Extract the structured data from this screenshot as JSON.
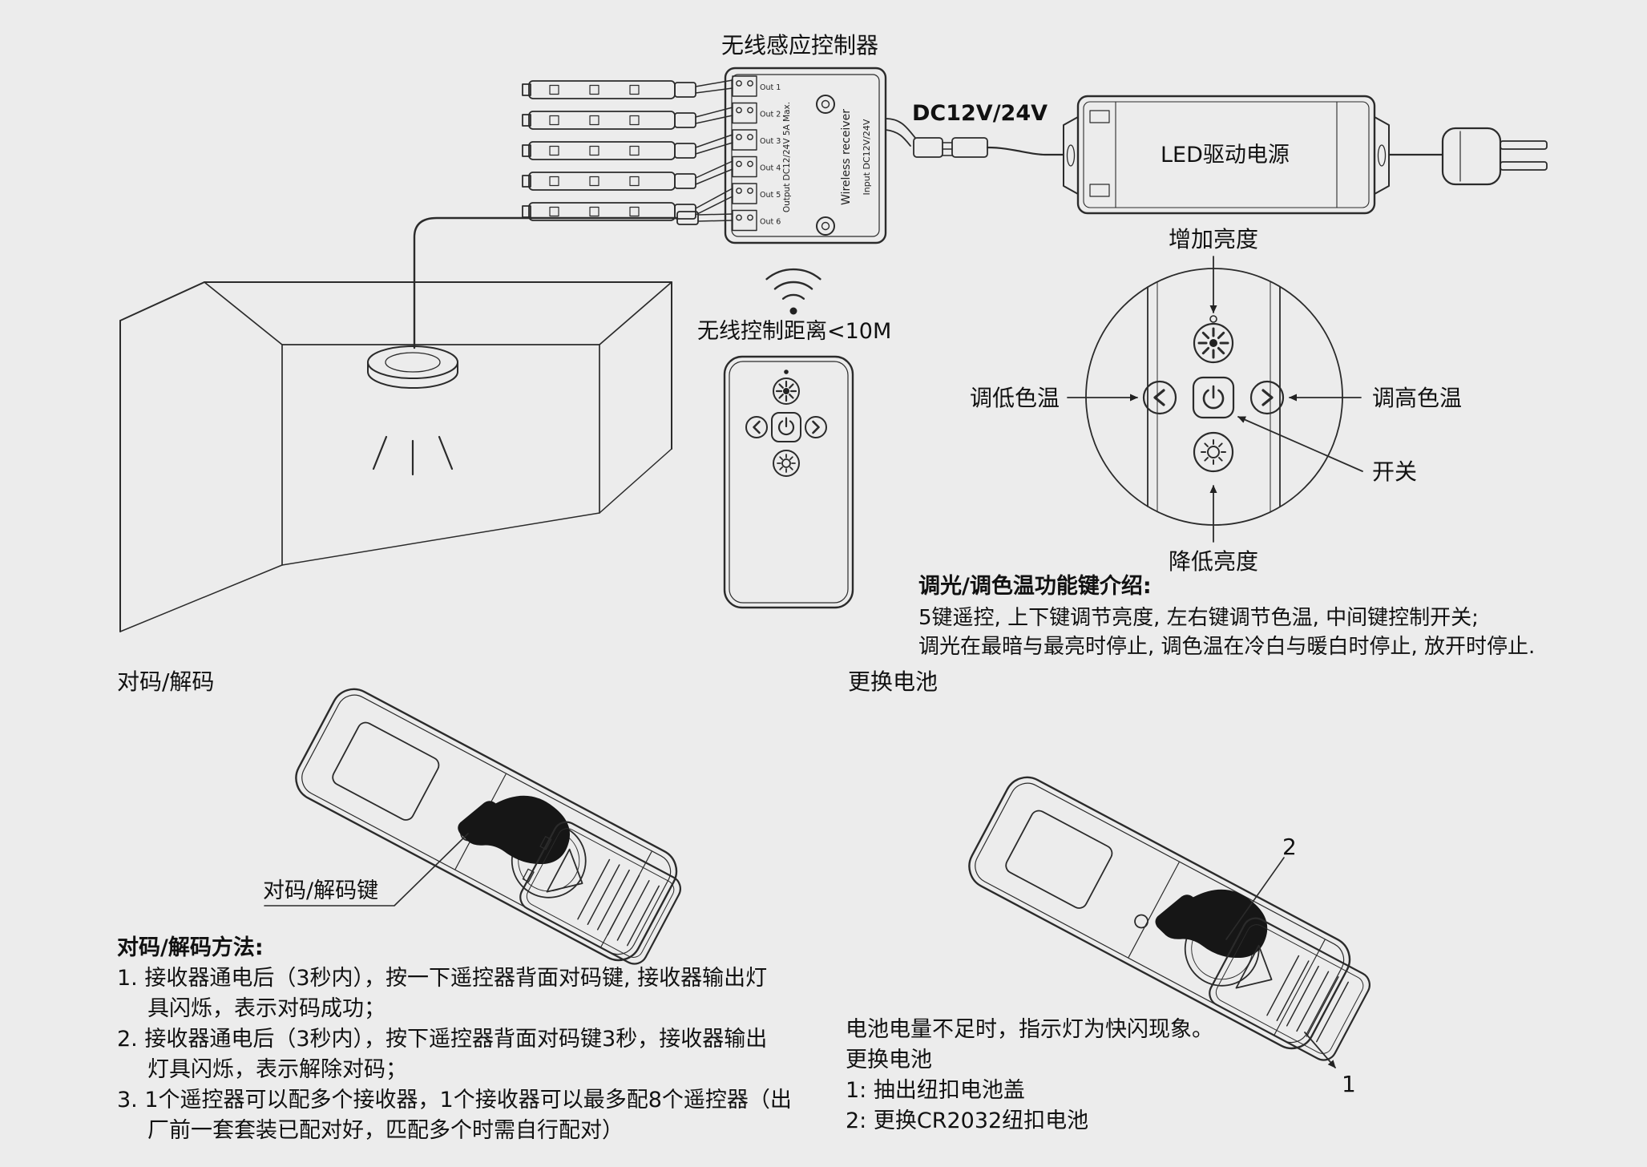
{
  "colors": {
    "background": "#ececec",
    "line": "#2b2b2b",
    "text": "#111111"
  },
  "top": {
    "receiver_title": "无线感应控制器",
    "dc_label": "DC12V/24V",
    "driver_label": "LED驱动电源",
    "receiver": {
      "out_labels": [
        "Out 1",
        "Out 2",
        "Out 3",
        "Out 4",
        "Out 5",
        "Out 6"
      ],
      "output_label": "Output DC12/24V 5A Max.",
      "name_label": "Wireless receiver",
      "input_label": "Input DC12V/24V"
    }
  },
  "remote_section": {
    "range_label": "无线控制距离<10M"
  },
  "keypad": {
    "brightness_up": "增加亮度",
    "ct_down": "调低色温",
    "ct_up": "调高色温",
    "power": "开关",
    "brightness_down": "降低亮度"
  },
  "function_intro": {
    "title": "调光/调色温功能键介绍:",
    "line1": "5键遥控, 上下键调节亮度, 左右键调节色温, 中间键控制开关;",
    "line2": "调光在最暗与最亮时停止, 调色温在冷白与暖白时停止, 放开时停止."
  },
  "pairing": {
    "title": "对码/解码",
    "key_label": "对码/解码键",
    "method_title": "对码/解码方法:",
    "lines": [
      "1. 接收器通电后（3秒内），按一下遥控器背面对码键, 接收器输出灯",
      "具闪烁，表示对码成功；",
      "2. 接收器通电后（3秒内），按下遥控器背面对码键3秒，接收器输出",
      "灯具闪烁，表示解除对码；",
      "3. 1个遥控器可以配多个接收器，1个接收器可以最多配8个遥控器（出",
      "厂前一套套装已配对好，匹配多个时需自行配对）"
    ]
  },
  "battery": {
    "title": "更换电池",
    "step1_num": "1",
    "step2_num": "2",
    "lines": [
      "电池电量不足时，指示灯为快闪现象。",
      "更换电池",
      "1: 抽出纽扣电池盖",
      "2: 更换CR2032纽扣电池"
    ]
  }
}
